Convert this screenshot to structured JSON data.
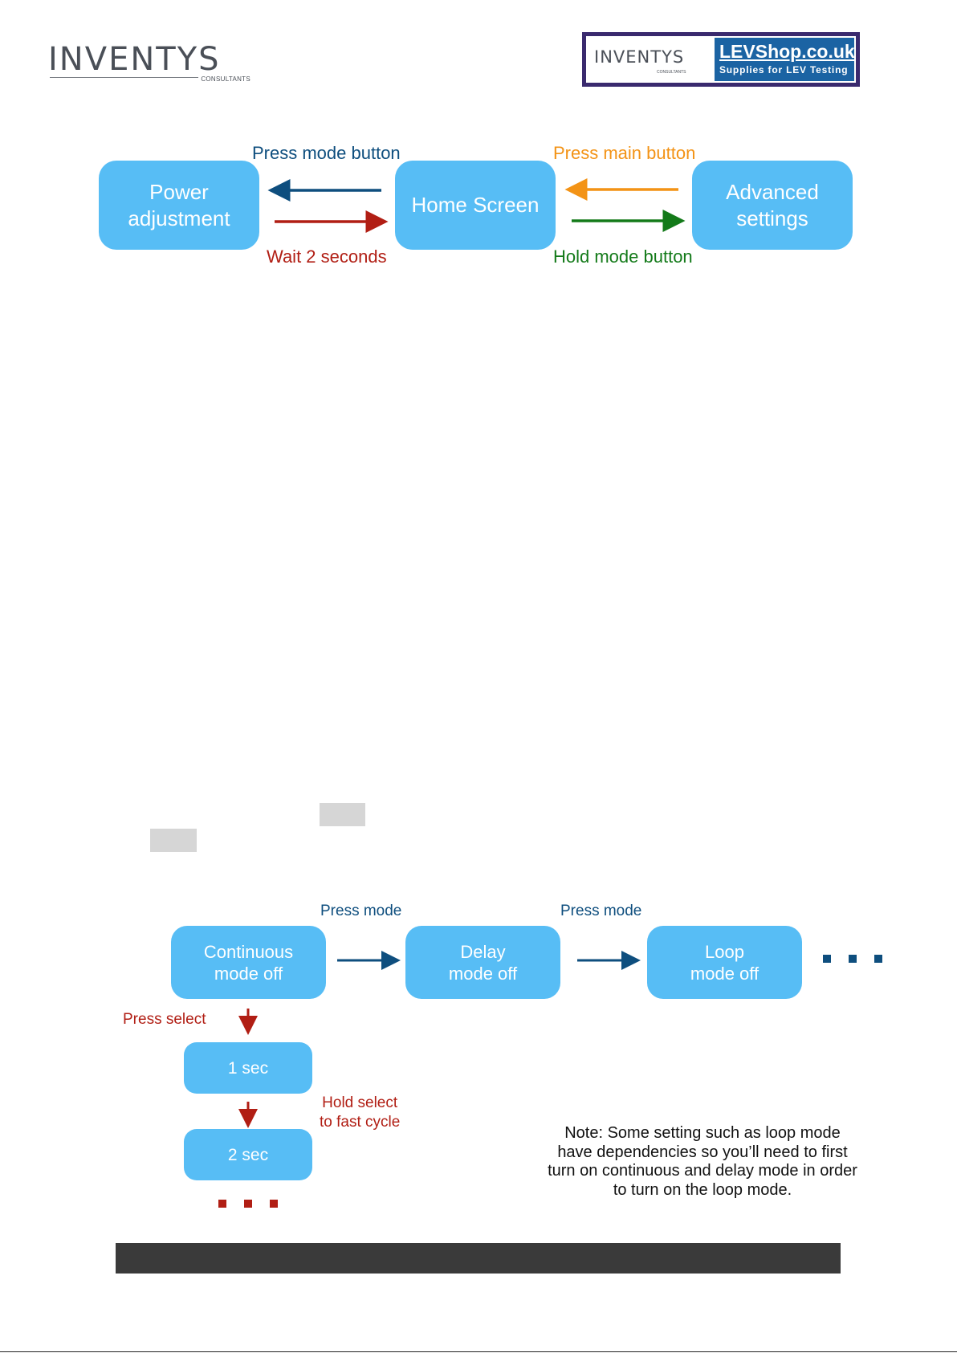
{
  "header": {
    "left_logo": {
      "brand": "INVENTYS",
      "tagline": "CONSULTANTS"
    },
    "right_logo": {
      "brand": "INVENTYS",
      "brand_sub": "CONSULTANTS",
      "shop_name": "LEVShop.co.uk",
      "shop_tagline": "Supplies for LEV Testing"
    }
  },
  "diagram_top": {
    "boxes": {
      "power": "Power\nadjustment",
      "home": "Home Screen",
      "advanced": "Advanced\nsettings"
    },
    "labels": {
      "press_mode": "Press mode button",
      "wait": "Wait 2 seconds",
      "press_main": "Press main button",
      "hold_mode": "Hold mode button"
    },
    "colors": {
      "box": "#57bdf5",
      "press_mode": "#0e4e7e",
      "wait": "#b11e14",
      "press_main": "#f39316",
      "hold_mode": "#137a19"
    }
  },
  "diagram_bottom": {
    "boxes": {
      "continuous": "Continuous\nmode off",
      "delay": "Delay\nmode off",
      "loop": "Loop\nmode off",
      "one_sec": "1 sec",
      "two_sec": "2 sec"
    },
    "labels": {
      "press_mode_1": "Press mode",
      "press_mode_2": "Press mode",
      "press_select": "Press select",
      "hold_select": "Hold select\nto fast cycle"
    },
    "note": "Note: Some setting such as loop mode\nhave dependencies so you’ll need to first\nturn on continuous and delay mode in order\nto turn on the loop mode."
  }
}
